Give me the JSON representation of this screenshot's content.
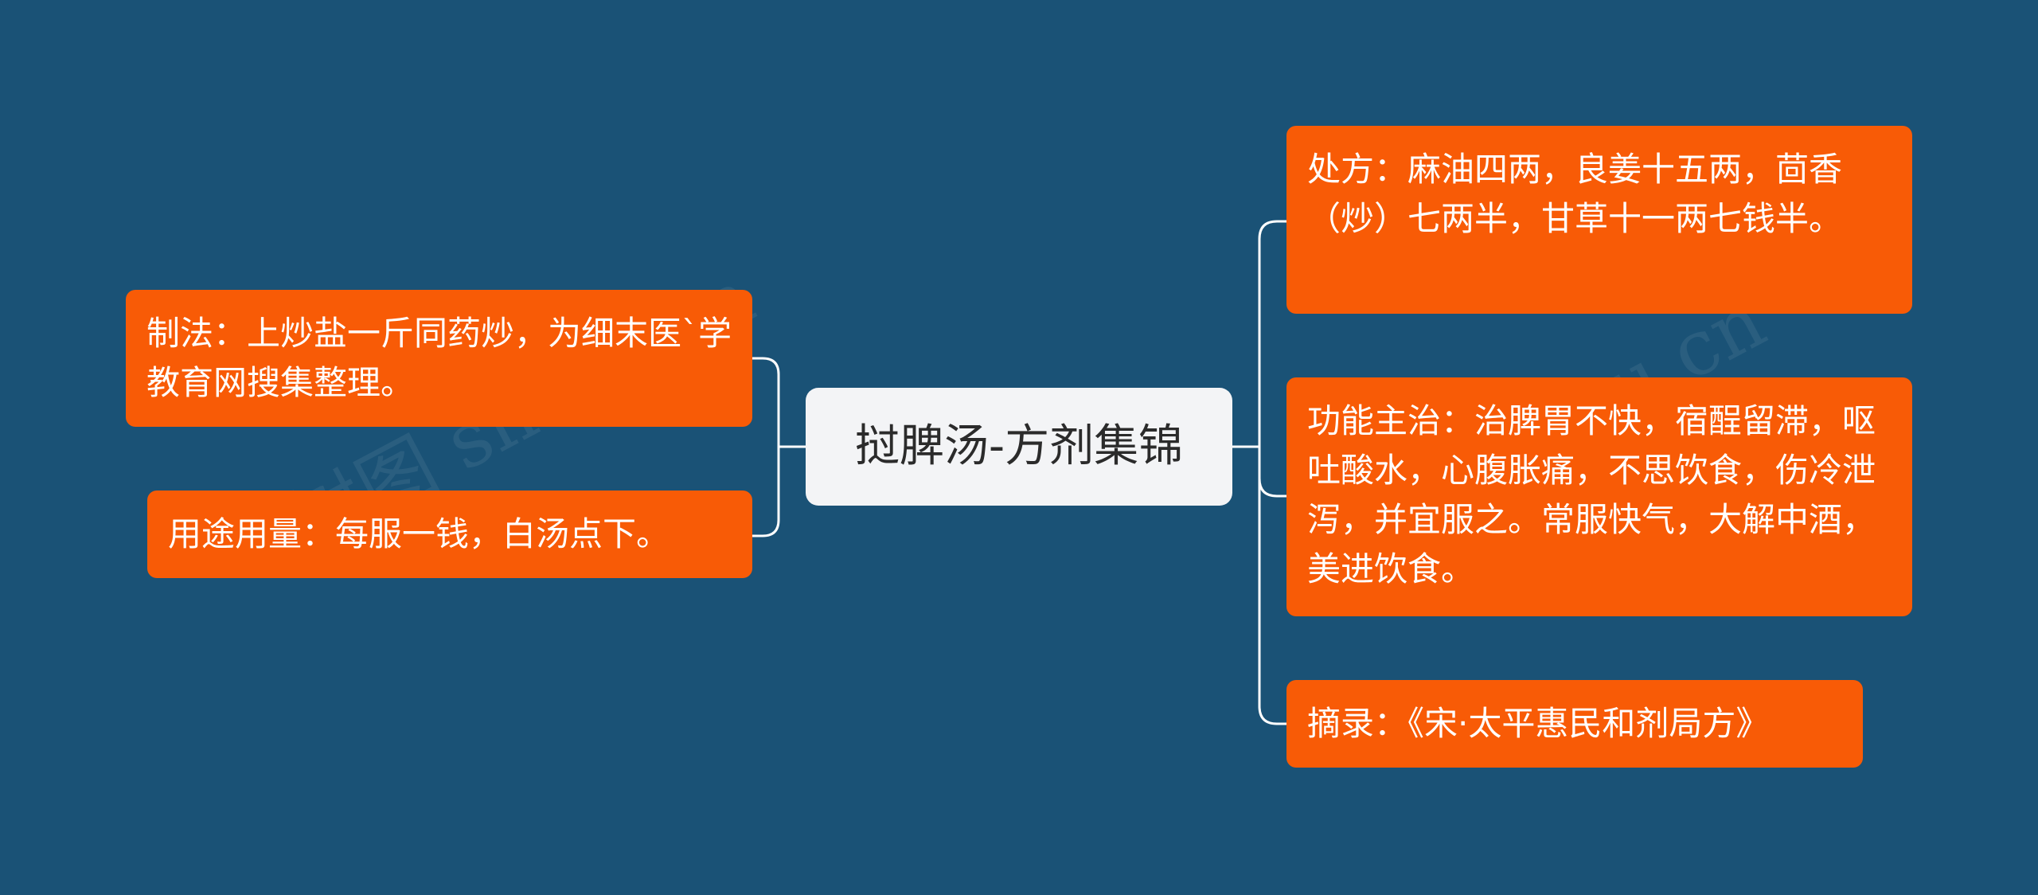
{
  "colors": {
    "background": "#1a5276",
    "leaf_fill": "#f85b06",
    "root_fill": "#f3f4f6",
    "root_text": "#2b2b2b",
    "connector": "#ffffff"
  },
  "root": {
    "label": "挝脾汤-方剂集锦"
  },
  "left_branches": [
    {
      "label": "制法：上炒盐一斤同药炒，为细末医`学教育网搜集整理。"
    },
    {
      "label": "用途用量：每服一钱，白汤点下。"
    }
  ],
  "right_branches": [
    {
      "label": "处方：麻油四两，良姜十五两，茴香（炒）七两半，甘草十一两七钱半。"
    },
    {
      "label": "功能主治：治脾胃不快，宿酲留滞，呕吐酸水，心腹胀痛，不思饮食，伤冷泄泻，并宜服之。常服快气，大解中酒，美进饮食。"
    },
    {
      "label": "摘录：《宋·太平惠民和剂局方》"
    }
  ],
  "watermarks": [
    "树图 shutu.cn",
    "树图 shutu.cn"
  ]
}
